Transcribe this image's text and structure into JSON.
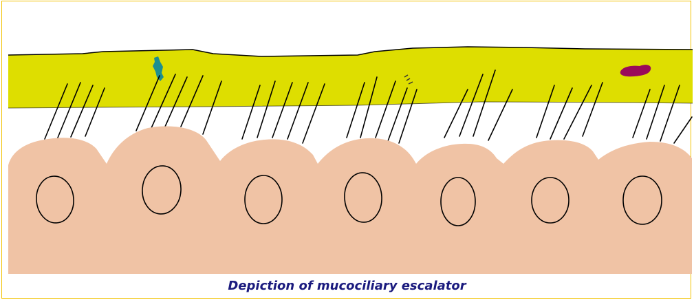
{
  "figure": {
    "caption": "Depiction of mucociliary escalator"
  },
  "colors": {
    "mucus": "#dede00",
    "cell": "#f0c3a5",
    "outline": "#000000",
    "particle_teal": "#1e8f8f",
    "particle_purple": "#9a0a5a",
    "caption": "#1a1a7e",
    "frame": "#f2c200"
  },
  "diagram": {
    "cell_count": 7,
    "elements": [
      "mucus-layer",
      "cilia",
      "epithelial-cells",
      "nuclei",
      "trapped-particles"
    ]
  }
}
